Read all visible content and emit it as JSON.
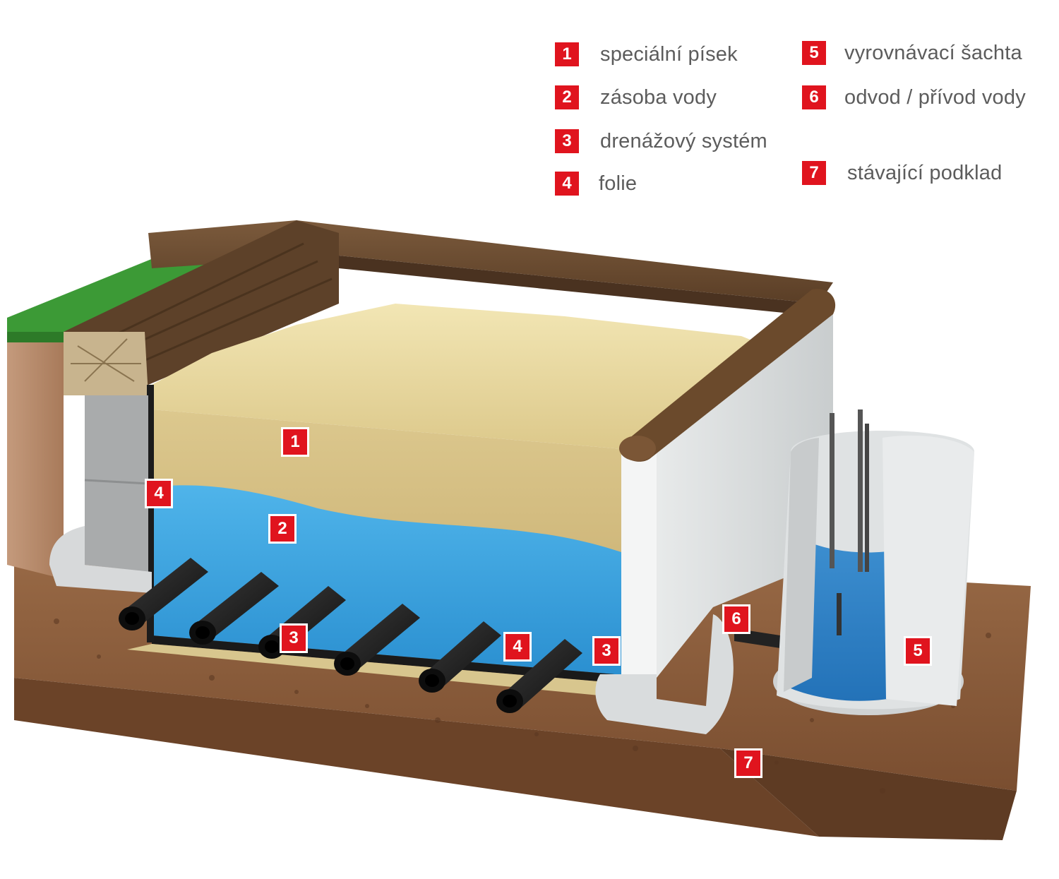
{
  "legend": [
    {
      "num": "1",
      "label": "speciální písek"
    },
    {
      "num": "2",
      "label": "zásoba vody"
    },
    {
      "num": "3",
      "label": "drenážový systém"
    },
    {
      "num": "4",
      "label": "folie"
    },
    {
      "num": "5",
      "label": "vyrovnávací šachta"
    },
    {
      "num": "6",
      "label": "odvod / přívod vody"
    },
    {
      "num": "7",
      "label": "stávající podklad"
    }
  ],
  "callouts": {
    "sand": "1",
    "water": "2",
    "drain_left": "3",
    "drain_right": "3",
    "foil_wall": "4",
    "foil_bottom": "4",
    "shaft": "5",
    "pipe": "6",
    "ground": "7"
  },
  "colors": {
    "badge": "#e0141e",
    "sand": "#e8d9a0",
    "water": "#3aa1de",
    "soil": "#8a5a3a",
    "wood": "#6a4a2e",
    "concrete": "#d9dcdd",
    "grass": "#3c9a36"
  }
}
